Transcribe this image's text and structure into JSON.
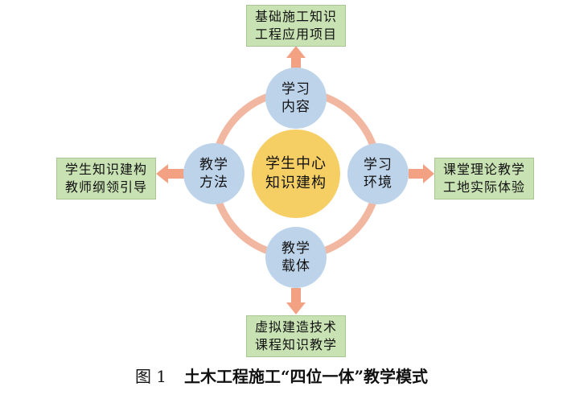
{
  "colors": {
    "ring": "#f2b7a0",
    "arrow": "#f2a283",
    "node_fill": "#bdd3ea",
    "center_fill": "#f6cf64",
    "box_fill": "#c9e2b3"
  },
  "center": {
    "line1": "学生中心",
    "line2": "知识建构"
  },
  "nodes": {
    "top": {
      "line1": "学习",
      "line2": "内容"
    },
    "right": {
      "line1": "学习",
      "line2": "环境"
    },
    "bottom": {
      "line1": "教学",
      "line2": "载体"
    },
    "left": {
      "line1": "教学",
      "line2": "方法"
    }
  },
  "boxes": {
    "top": {
      "line1": "基础施工知识",
      "line2": "工程应用项目"
    },
    "right": {
      "line1": "课堂理论教学",
      "line2": "工地实际体验"
    },
    "bottom": {
      "line1": "虚拟建造技术",
      "line2": "课程知识教学"
    },
    "left": {
      "line1": "学生知识建构",
      "line2": "教师纲领引导"
    }
  },
  "caption": {
    "label": "图 1",
    "title": "土木工程施工“四位一体”教学模式"
  }
}
